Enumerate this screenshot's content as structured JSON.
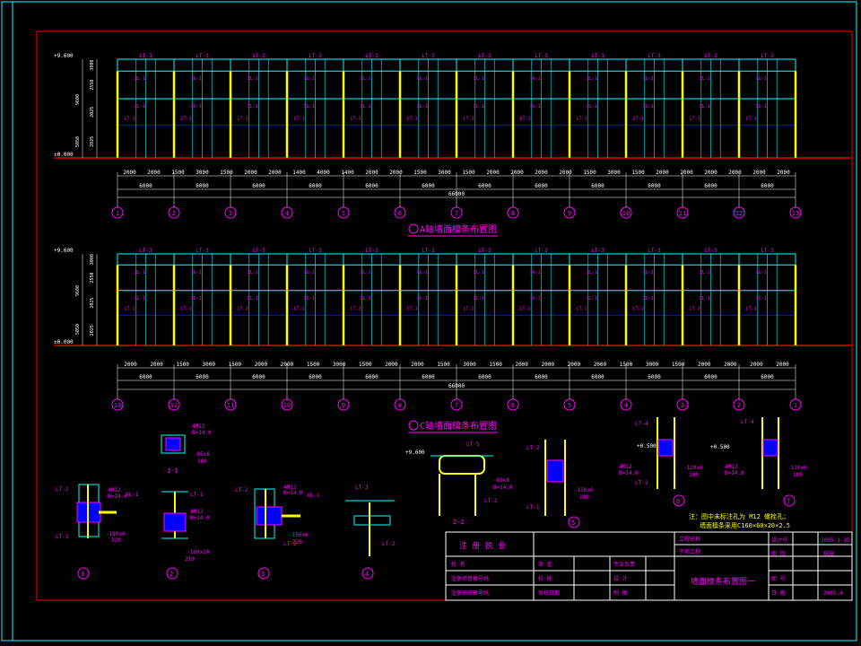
{
  "colors": {
    "background": "#000000",
    "frame": "#ff0000",
    "grid": "#00ffff",
    "label": "#ff00ff",
    "column": "#ffff00",
    "dim": "#ffffff",
    "floor": "#ff0000",
    "girt": "#0000ff"
  },
  "top_elevation": {
    "top_level": "+9.600",
    "ground_level": "±0.000",
    "level_dims": [
      "3000",
      "2550",
      "2025",
      "2025"
    ],
    "total_height": "9600",
    "sub_heights": [
      "5050"
    ],
    "beam_labels": [
      "LT-3",
      "LT-3",
      "LT-3",
      "LT-3",
      "LT-3",
      "LT-3",
      "LT-3",
      "LT-3",
      "LT-3",
      "LT-3",
      "LT-3",
      "LT-3"
    ],
    "axis_labels": [
      "1",
      "2",
      "3",
      "4",
      "5",
      "6",
      "7",
      "8",
      "9",
      "10",
      "11",
      "12",
      "13"
    ],
    "span_dims": [
      "2000",
      "2000",
      "1500",
      "3000",
      "1500",
      "2000",
      "2000",
      "1400",
      "4000",
      "1400",
      "2000",
      "2000",
      "1500",
      "3000",
      "1500",
      "2000",
      "2000",
      "2000",
      "2000",
      "1500",
      "3000",
      "1500",
      "2000",
      "2000",
      "2000",
      "2000",
      "2000",
      "2000"
    ],
    "bay_dims": [
      "6000",
      "6000",
      "6000",
      "6000",
      "6000",
      "6000",
      "6000",
      "6000",
      "6000",
      "6000",
      "6000",
      "6000"
    ],
    "total": "66000",
    "title": "A轴墙面檩条布置图"
  },
  "bottom_elevation": {
    "top_level": "+9.600",
    "ground_level": "±0.000",
    "level_dims": [
      "3000",
      "2550",
      "2025",
      "2025"
    ],
    "total_height": "9600",
    "sub_heights": [
      "5050"
    ],
    "beam_labels": [
      "LT-3",
      "LT-3",
      "LT-3",
      "LT-3",
      "LT-3",
      "LT-3",
      "LT-3",
      "LT-3",
      "LT-3",
      "LT-3",
      "LT-3",
      "LT-3"
    ],
    "axis_labels": [
      "13",
      "12",
      "11",
      "10",
      "9",
      "8",
      "7",
      "6",
      "5",
      "4",
      "3",
      "2",
      "1"
    ],
    "span_dims": [
      "2000",
      "2000",
      "1500",
      "3000",
      "1500",
      "2000",
      "2000",
      "1500",
      "3000",
      "1500",
      "2000",
      "2000",
      "1500",
      "3000",
      "1500",
      "2000",
      "2000",
      "2000",
      "2000",
      "1500",
      "3000",
      "1500",
      "2000",
      "2000",
      "2000",
      "2000"
    ],
    "bay_dims": [
      "6000",
      "6000",
      "6000",
      "6000",
      "6000",
      "6000",
      "6000",
      "6000",
      "6000",
      "6000",
      "6000",
      "6000"
    ],
    "total": "66000",
    "title": "C轴墙面檩条布置图"
  },
  "details": {
    "d1": {
      "labels": [
        "4M12",
        "B=14.0",
        "LT-2",
        "XL-1",
        "LT-1"
      ],
      "dims": [
        "-160x6",
        "220"
      ],
      "number": "1"
    },
    "d2": {
      "labels": [
        "4M12",
        "B=14.0",
        "LT-1"
      ],
      "dims": [
        "-160x10",
        "210"
      ],
      "number": "2"
    },
    "d3": {
      "labels": [
        "4M12",
        "B=14.0",
        "LT-2",
        "XL-1",
        "LT-2"
      ],
      "dims": [
        "-150x6",
        "220"
      ],
      "number": "3"
    },
    "d4": {
      "labels": [
        "LT-3",
        "LT-2"
      ],
      "number": "4"
    },
    "d11": {
      "labels": [
        "4M12",
        "B=14.0"
      ],
      "dims": [
        "-85x8",
        "160"
      ],
      "number": "1-1"
    },
    "d22": {
      "labels": [
        "LT-5",
        "LT-2",
        "+9.600"
      ],
      "dims": [
        "-60x8",
        "B=14.0"
      ],
      "number": "2-2"
    },
    "d5": {
      "labels": [
        "LT-2",
        "LT-1",
        "4M12",
        "B=14.0"
      ],
      "dims": [
        "-150x6",
        "180"
      ],
      "number": "5"
    },
    "d6": {
      "labels": [
        "LT-4",
        "LT-2",
        "4M12",
        "B=14.0",
        "+0.500"
      ],
      "dims": [
        "-120x6",
        "180"
      ],
      "number": "6"
    },
    "d7": {
      "labels": [
        "LT-4",
        "4M12",
        "B=14.0",
        "+0.500"
      ],
      "dims": [
        "-120x6",
        "180"
      ],
      "number": "7"
    }
  },
  "notes": [
    "注：图中未标注孔为 M12 螺栓孔；",
    "墙面檩条采用C160×60×20×2.5"
  ],
  "title_block": {
    "header": "注 册 执 业",
    "project_label": "工程名称",
    "sub_label": "子项工程",
    "drawing_title": "墙面檩条布置图一",
    "rows": [
      [
        "姓 名",
        "审 定",
        "专业负责"
      ],
      [
        "注册师资格号码",
        "校 核",
        "设 计"
      ],
      [
        "注册师印章号码",
        "审核日期",
        "制 图"
      ]
    ],
    "right": [
      [
        "设计号",
        "2005-3-15"
      ],
      [
        "图 别",
        "结施"
      ],
      [
        "图 号",
        ""
      ],
      [
        "日 期",
        "2005.4"
      ]
    ]
  }
}
